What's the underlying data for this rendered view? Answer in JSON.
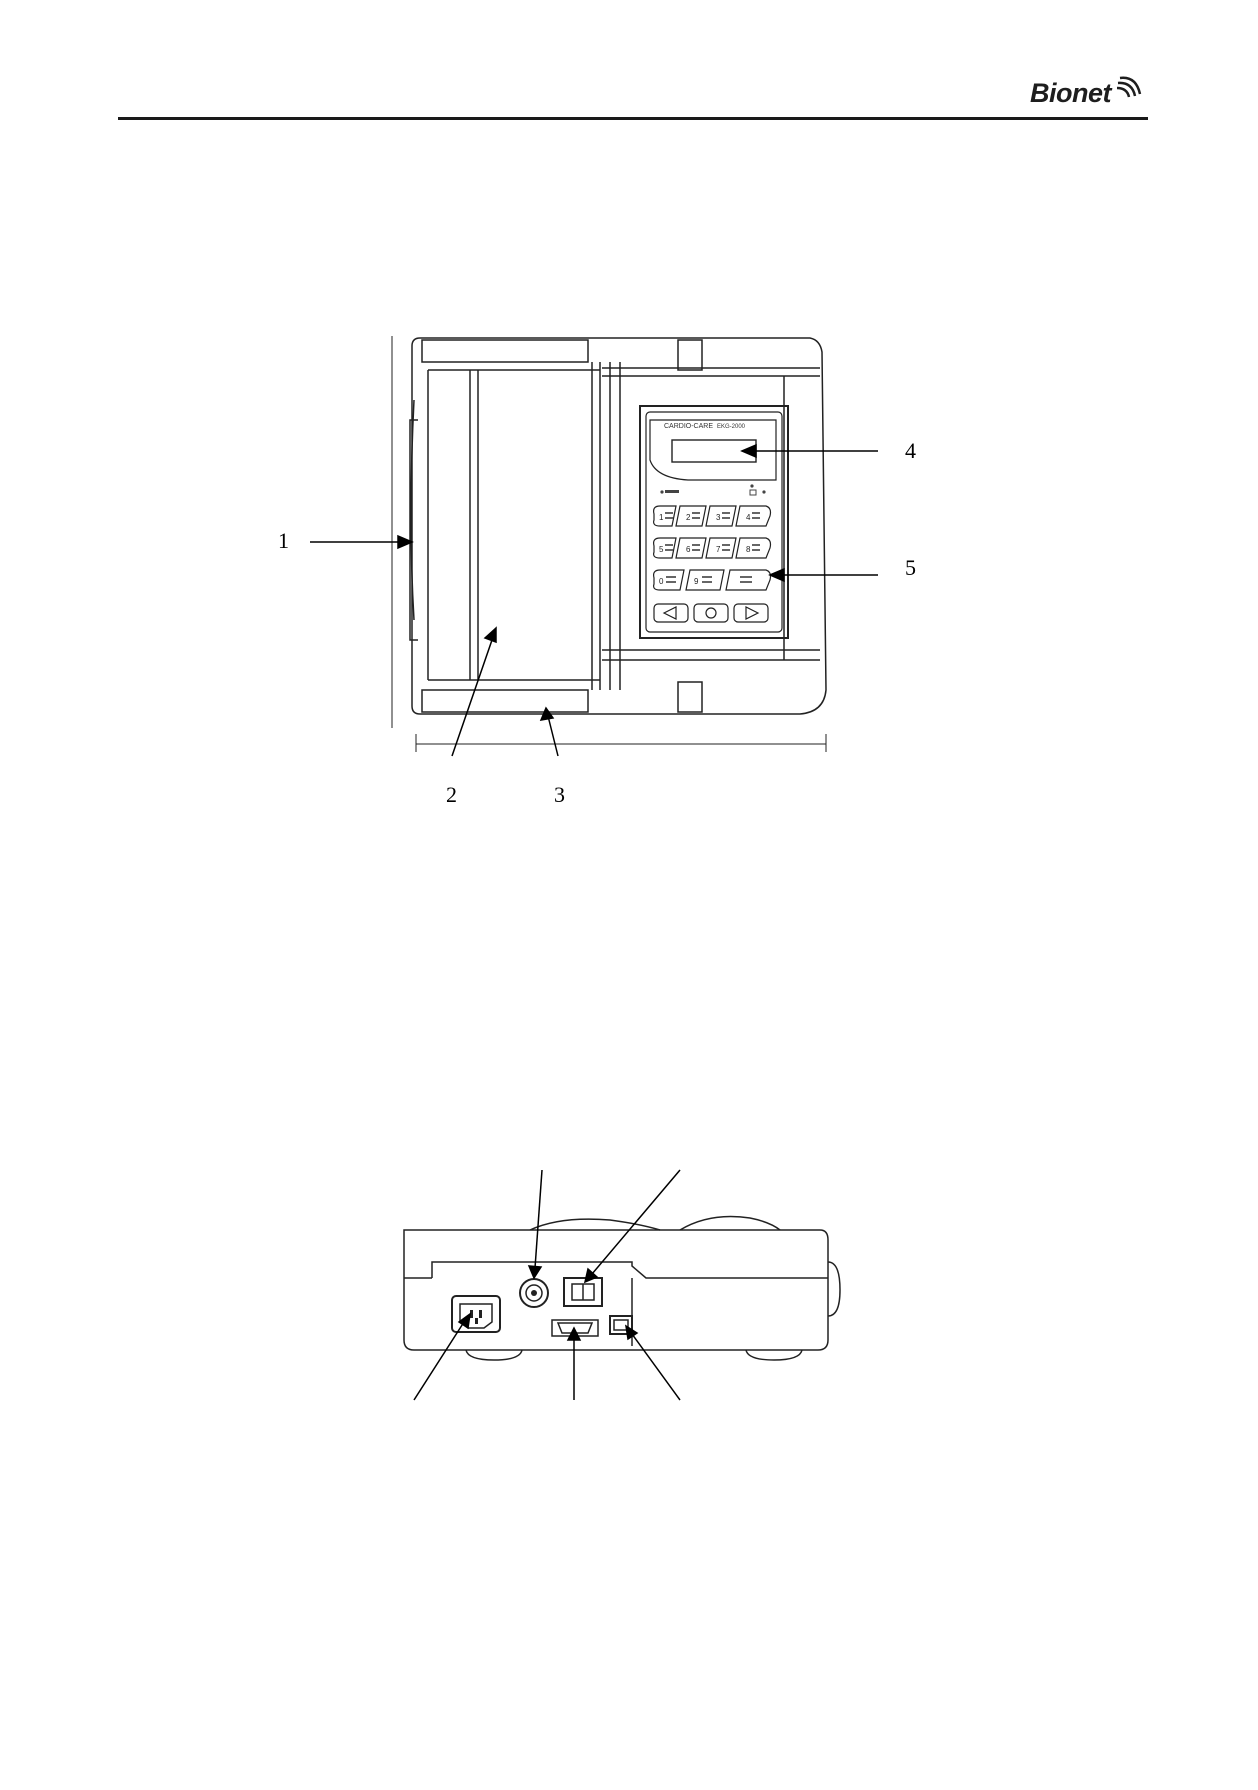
{
  "header": {
    "logo_text": "Bionet"
  },
  "top_figure": {
    "callouts": [
      "1",
      "2",
      "3",
      "4",
      "5"
    ],
    "device": {
      "brand_label": "CARDIO-CARE",
      "model_label": "EKG-2000",
      "keypad": {
        "row1": [
          "1",
          "2",
          "3",
          "4"
        ],
        "row2": [
          "5",
          "6",
          "7",
          "8"
        ],
        "row3": [
          "0",
          "9"
        ]
      }
    }
  },
  "bottom_figure": {}
}
